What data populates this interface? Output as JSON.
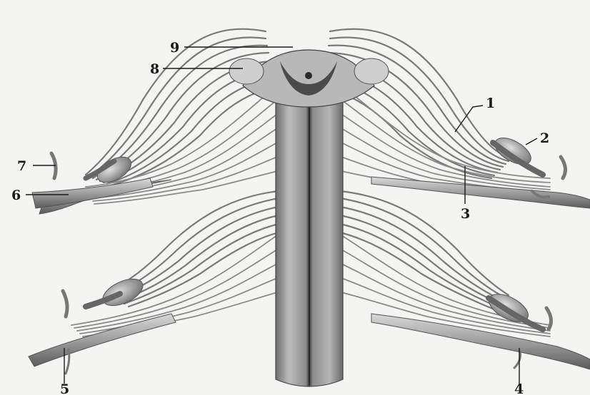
{
  "figure": {
    "colors": {
      "background": "#f4f4f2",
      "tissue_light": "#cfcfcf",
      "tissue_mid": "#9a9a9a",
      "tissue_dark": "#4a4a4a",
      "ink": "#1a1a1a"
    },
    "labels": {
      "l1": "1",
      "l2": "2",
      "l3": "3",
      "l4": "4",
      "l5": "5",
      "l6": "6",
      "l7": "7",
      "l8": "8",
      "l9": "9"
    }
  }
}
